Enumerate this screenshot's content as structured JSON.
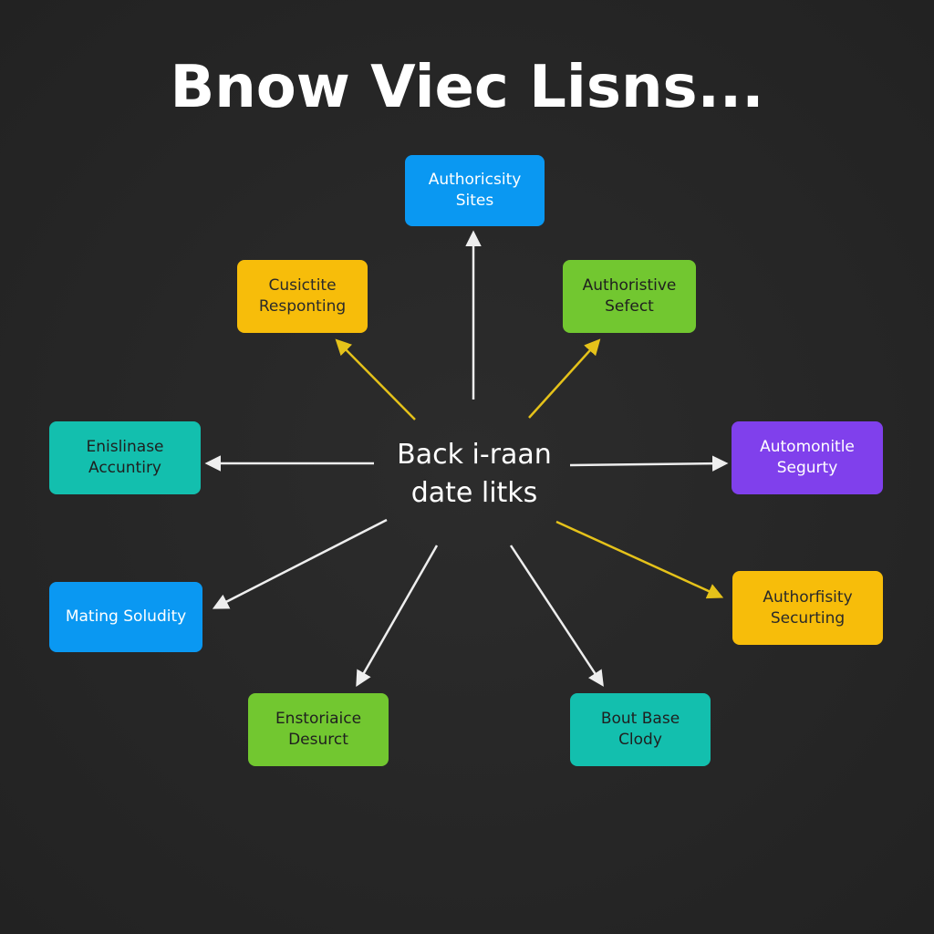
{
  "title": "Bnow Viec Lisns...",
  "center": {
    "line1": "Back i-raan",
    "line2": "date litks"
  },
  "colors": {
    "background": "#262626",
    "blue": "#0a98f2",
    "yellow": "#f7bd0a",
    "green": "#72c730",
    "teal": "#13bfae",
    "purple": "#8040ec",
    "arrow_white": "#eeeeee",
    "arrow_yellow": "#e5c21a"
  },
  "nodes": {
    "top": {
      "line1": "Authoricsity",
      "line2": "Sites"
    },
    "upper_left": {
      "line1": "Cusictite",
      "line2": "Responting"
    },
    "upper_right": {
      "line1": "Authoristive",
      "line2": "Sefect"
    },
    "left": {
      "line1": "Enislinase",
      "line2": "Accuntiry"
    },
    "right": {
      "line1": "Automonitle",
      "line2": "Segurty"
    },
    "lower_left": {
      "line1": "Mating Soludity",
      "line2": ""
    },
    "lower_right": {
      "line1": "Authorfisity",
      "line2": "Securting"
    },
    "bottom_left": {
      "line1": "Enstoriaice",
      "line2": "Desurct"
    },
    "bottom_right": {
      "line1": "Bout Base",
      "line2": "Clody"
    }
  }
}
